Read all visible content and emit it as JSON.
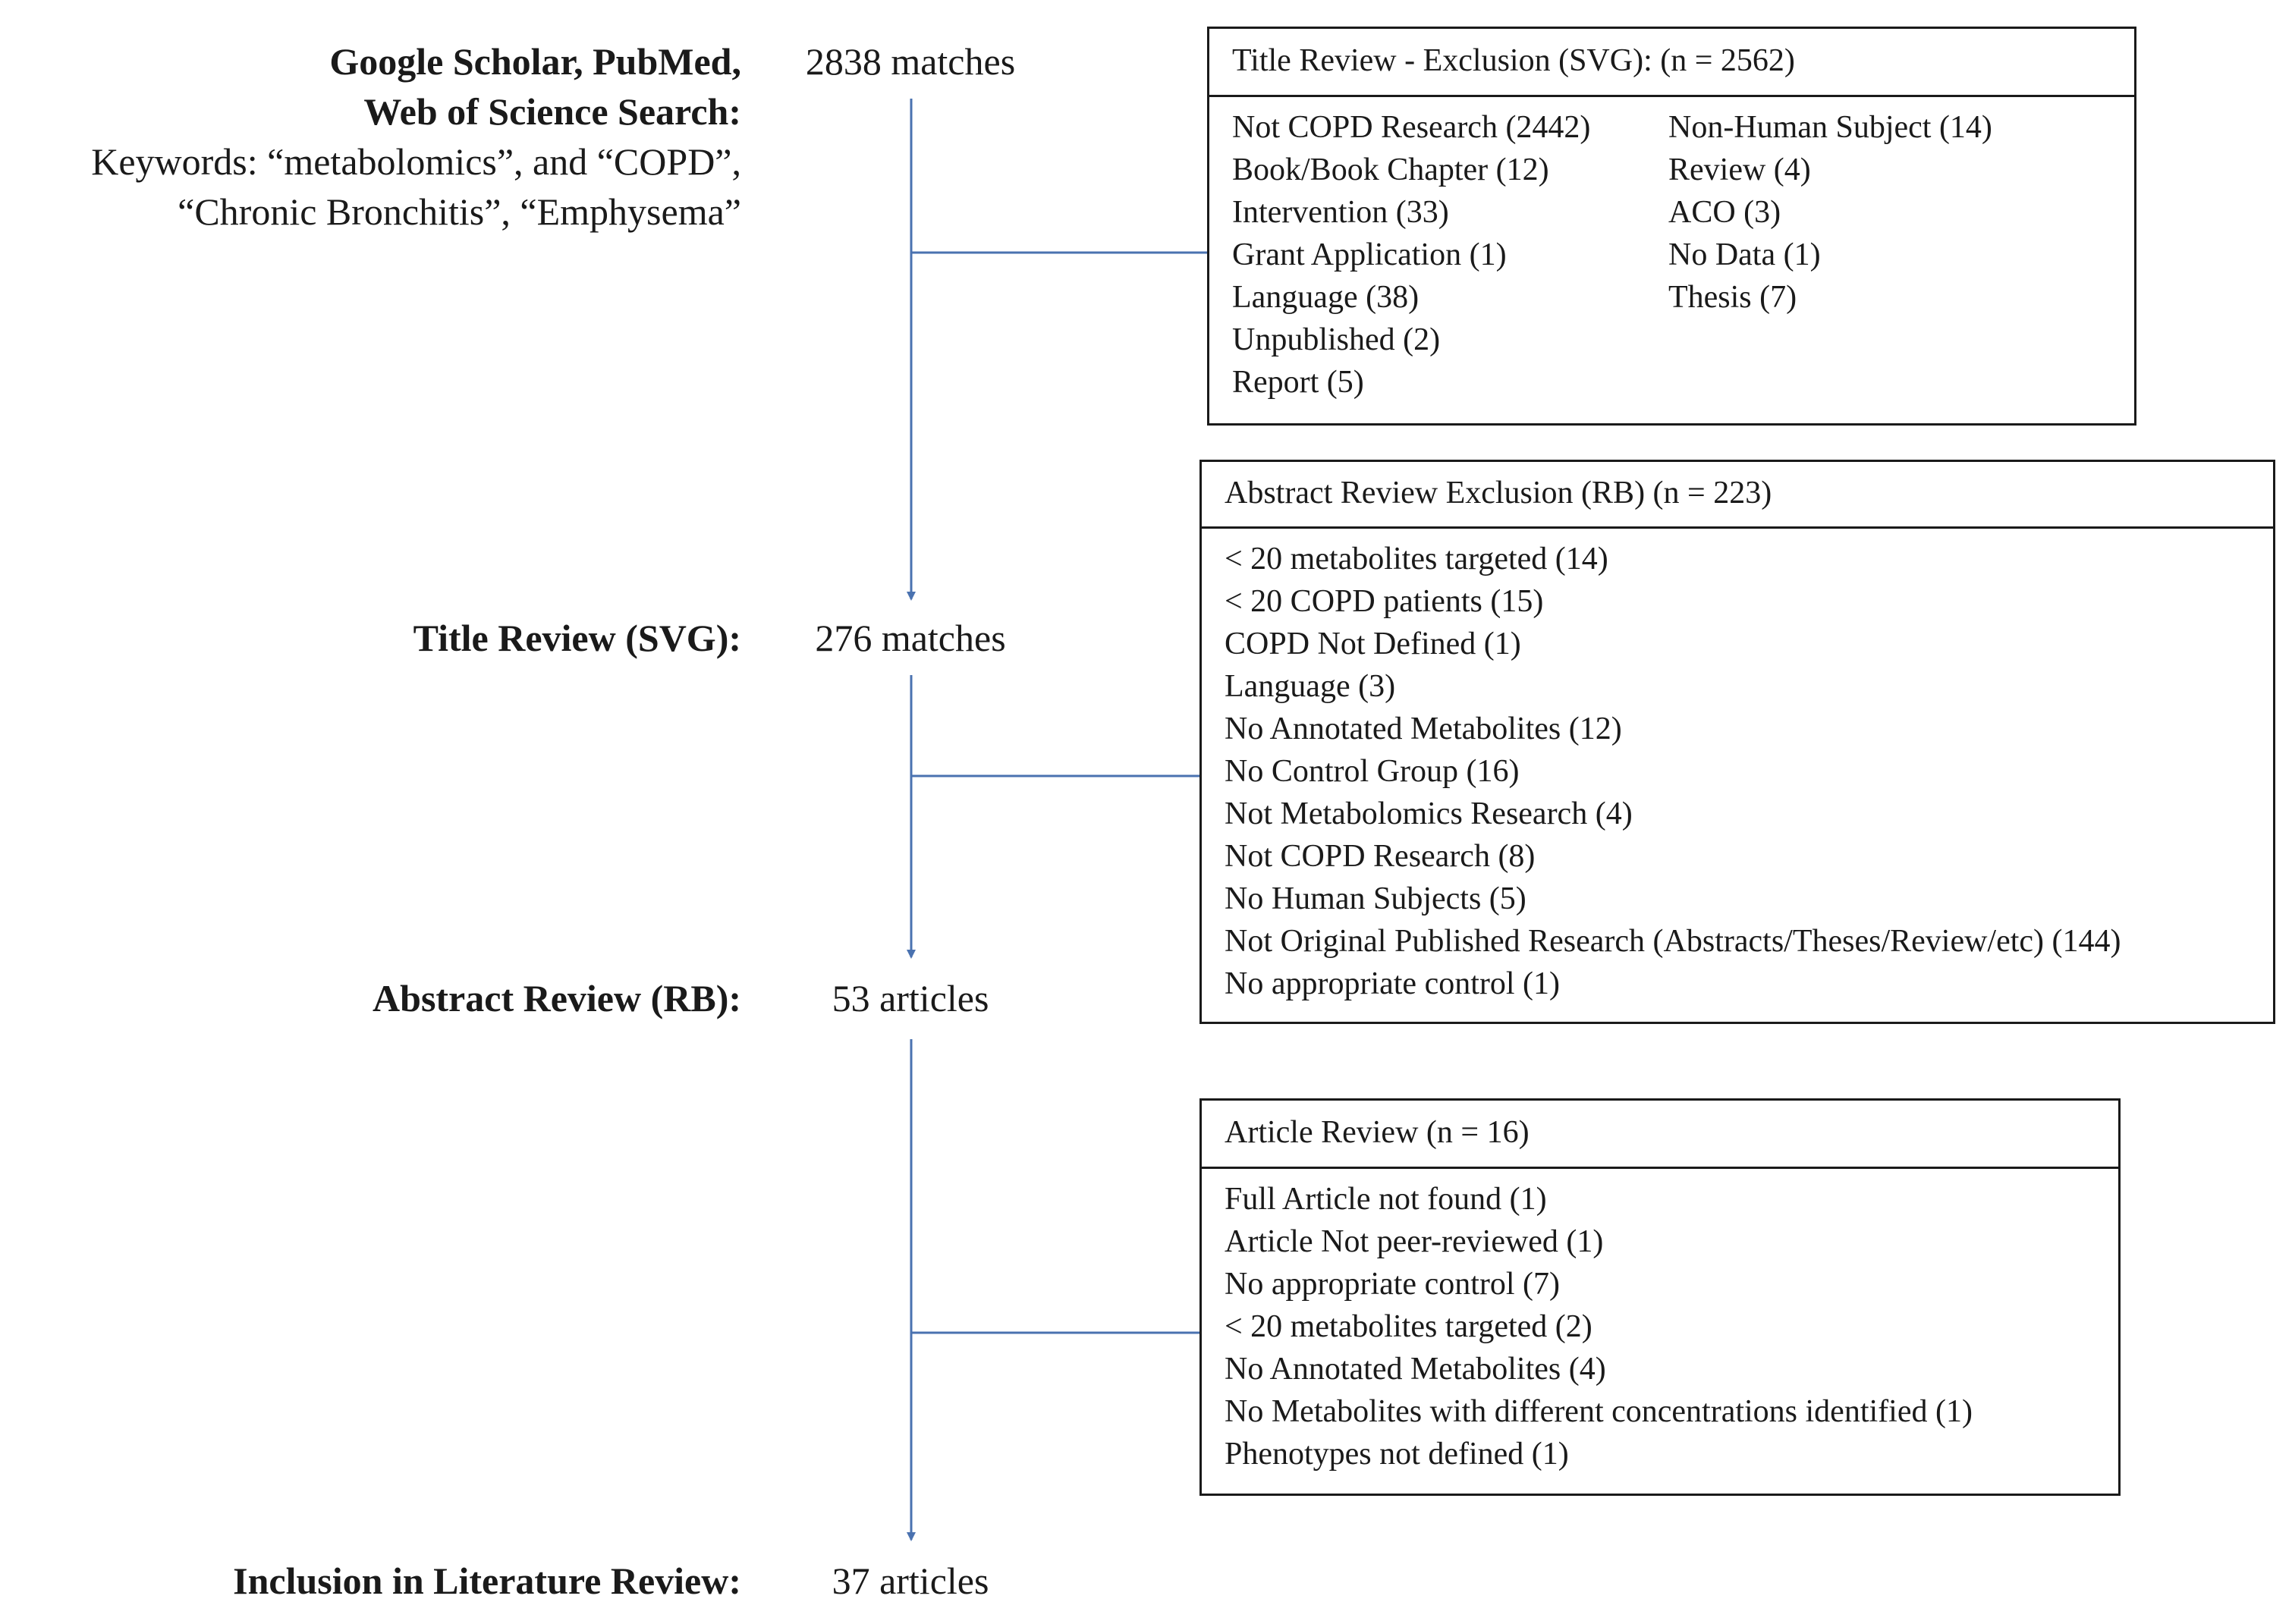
{
  "colors": {
    "arrow": "#4a72b0",
    "text": "#1a1a1a",
    "border": "#1a1a1a",
    "background": "#ffffff"
  },
  "stages": [
    {
      "label_lines": [
        "Google Scholar, PubMed,",
        "Web of Science Search:"
      ],
      "keyword_lines": [
        "Keywords: “metabolomics”, and “COPD”,",
        "“Chronic Bronchitis”, “Emphysema”"
      ],
      "count": "2838 matches"
    },
    {
      "label": "Title Review (SVG):",
      "count": "276 matches"
    },
    {
      "label": "Abstract Review (RB):",
      "count": "53 articles"
    },
    {
      "label": "Inclusion in Literature Review:",
      "count": "37 articles"
    }
  ],
  "exclusions": [
    {
      "header": "Title Review - Exclusion (SVG): (n = 2562)",
      "columns": [
        [
          "Not COPD Research (2442)",
          "Book/Book Chapter (12)",
          "Intervention (33)",
          "Grant Application (1)",
          "Language (38)",
          "Unpublished (2)",
          "Report (5)"
        ],
        [
          "Non-Human Subject (14)",
          "Review (4)",
          "ACO (3)",
          "No Data (1)",
          "Thesis (7)"
        ]
      ]
    },
    {
      "header": "Abstract Review Exclusion (RB) (n = 223)",
      "items": [
        "< 20 metabolites targeted (14)",
        "< 20 COPD patients (15)",
        "COPD Not Defined (1)",
        "Language (3)",
        "No Annotated Metabolites (12)",
        "No Control Group (16)",
        "Not Metabolomics Research (4)",
        "Not COPD Research (8)",
        "No Human Subjects (5)",
        "Not Original Published Research (Abstracts/Theses/Review/etc) (144)",
        "No appropriate control (1)"
      ]
    },
    {
      "header": "Article Review (n = 16)",
      "items": [
        "Full Article not found (1)",
        "Article Not peer-reviewed (1)",
        "No appropriate control (7)",
        "< 20 metabolites targeted (2)",
        "No Annotated Metabolites (4)",
        "No Metabolites with different concentrations identified (1)",
        "Phenotypes not defined (1)"
      ]
    }
  ]
}
